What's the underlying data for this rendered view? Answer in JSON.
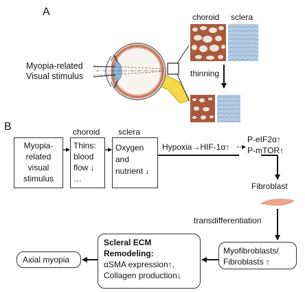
{
  "panel_a": {
    "label": "A",
    "choroid_label": "choroid",
    "sclera_label": "sclera",
    "thinning_label": "thinning",
    "stimulus_line1": "Myopia-related",
    "stimulus_line2": "Visual stimulus"
  },
  "panel_b": {
    "label": "B",
    "box1": [
      "Myopia-",
      "related",
      "visual",
      "stimulus"
    ],
    "choroid_header": "choroid",
    "box2": [
      "Thins:",
      "blood",
      "flow ↓",
      "…"
    ],
    "sclera_header": "sclera",
    "box3": [
      "Oxygen",
      "and",
      "nutrient ↓"
    ],
    "hypoxia_text": "Hypoxia→HIF-1α↑",
    "p_eif": "P-eIF2α↑",
    "p_mtor": "P-mTOR↑",
    "fibroblast": "Fibroblast",
    "transdiff": "transdifferentiation",
    "myo_line1": "Myofibroblasts/",
    "myo_line2": "Fibroblasts ↑",
    "ecm_title1": "Scleral ECM",
    "ecm_title2": "Remodeling:",
    "ecm_line1": "αSMA expression↑,",
    "ecm_line2": "Collagen production↓",
    "axial": "Axial myopia"
  },
  "colors": {
    "choroid": "#a85a3c",
    "choroid_light": "#f3e4da",
    "sclera": "#a9c3dc",
    "fibroblast": "#f0a58a",
    "lens": "#8fb8dc",
    "eye_yellow": "#f2d84a"
  },
  "icons": [
    "eye-cross-section-icon",
    "choroid-texture-icon",
    "sclera-texture-icon",
    "fibroblast-cell-icon"
  ]
}
